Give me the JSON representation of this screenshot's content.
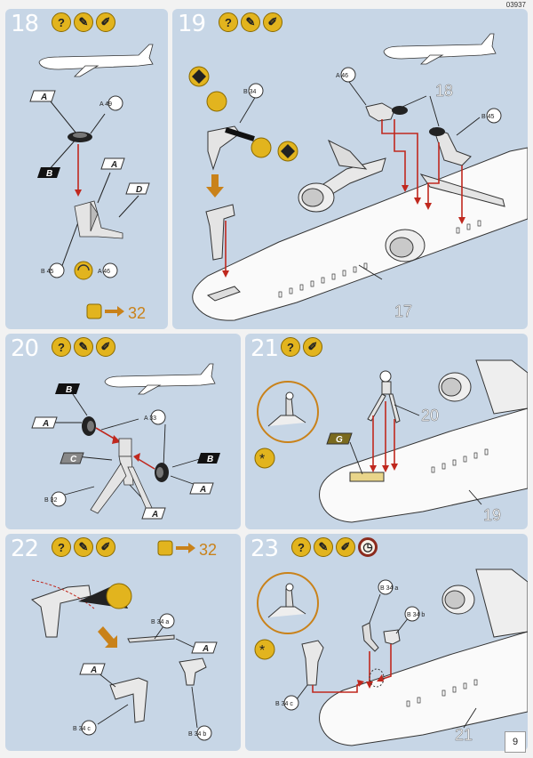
{
  "doc_code": "03937",
  "page_number": "9",
  "colors": {
    "panel": "#c7d6e6",
    "icon_gold": "#e2b41e",
    "arrow_orange": "#c9821a",
    "line_red": "#c0281e"
  },
  "steps": [
    {
      "number": "18",
      "icons": [
        "question-icon",
        "glue-icon",
        "paint-icon"
      ],
      "part_flags": [
        "A",
        "B",
        "A",
        "D"
      ],
      "refs": [
        "A 49",
        "B 45",
        "A 46"
      ],
      "forward_note": "32"
    },
    {
      "number": "19",
      "icons": [
        "question-icon",
        "glue-icon",
        "paint-icon"
      ],
      "refs": [
        "B 34",
        "A 46",
        "B 45"
      ],
      "assembly_ref": "18",
      "body_ref": "17"
    },
    {
      "number": "20",
      "icons": [
        "question-icon",
        "glue-icon",
        "paint-icon"
      ],
      "part_flags": [
        "B",
        "A",
        "C",
        "B",
        "A",
        "A"
      ],
      "refs": [
        "A 33",
        "B 32"
      ]
    },
    {
      "number": "21",
      "icons": [
        "question-icon",
        "paint-icon"
      ],
      "part_flag": "G",
      "assembly_ref": "20",
      "body_ref": "19"
    },
    {
      "number": "22",
      "icons": [
        "question-icon",
        "glue-icon",
        "paint-icon"
      ],
      "part_flags": [
        "A",
        "A"
      ],
      "refs": [
        "B 34 a",
        "B 34 c",
        "B 34 b"
      ],
      "forward_note": "32"
    },
    {
      "number": "23",
      "icons": [
        "question-icon",
        "glue-icon",
        "paint-icon",
        "clock-icon"
      ],
      "refs": [
        "B 34 a",
        "B 34 b",
        "B 34 c"
      ],
      "body_ref": "21"
    }
  ]
}
